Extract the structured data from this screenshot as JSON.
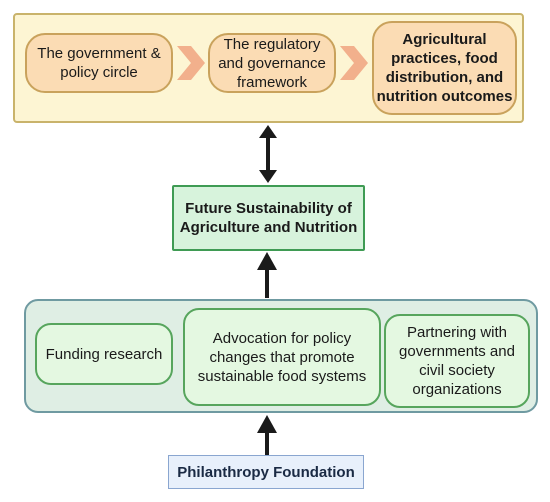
{
  "top_panel": {
    "items": [
      "The government &\npolicy circle",
      "The regulatory\nand governance\nframework",
      "Agricultural\npractices, food\ndistribution, and\nnutrition outcomes"
    ]
  },
  "center": {
    "title": "Future Sustainability of\nAgriculture and Nutrition"
  },
  "bottom_panel": {
    "items": [
      "Funding research",
      "Advocation for policy\nchanges that promote\nsustainable food systems",
      "Partnering with\ngovernments and\ncivil society\norganizations"
    ]
  },
  "source": {
    "label": "Philanthropy Foundation"
  },
  "colors": {
    "top_panel_fill": "#fdf5d3",
    "pill_fill": "#fbdcb4",
    "chevron": "#f2b08c",
    "center_fill": "#d7f3dc",
    "bottom_panel_fill": "#dfeee4",
    "bottom_item_fill": "#e4f8e1",
    "foundation_fill": "#e8f0fb",
    "arrow": "#1a1a1a"
  },
  "icons": [
    "chevron-right-icon",
    "double-arrow-icon",
    "arrow-up-icon"
  ]
}
